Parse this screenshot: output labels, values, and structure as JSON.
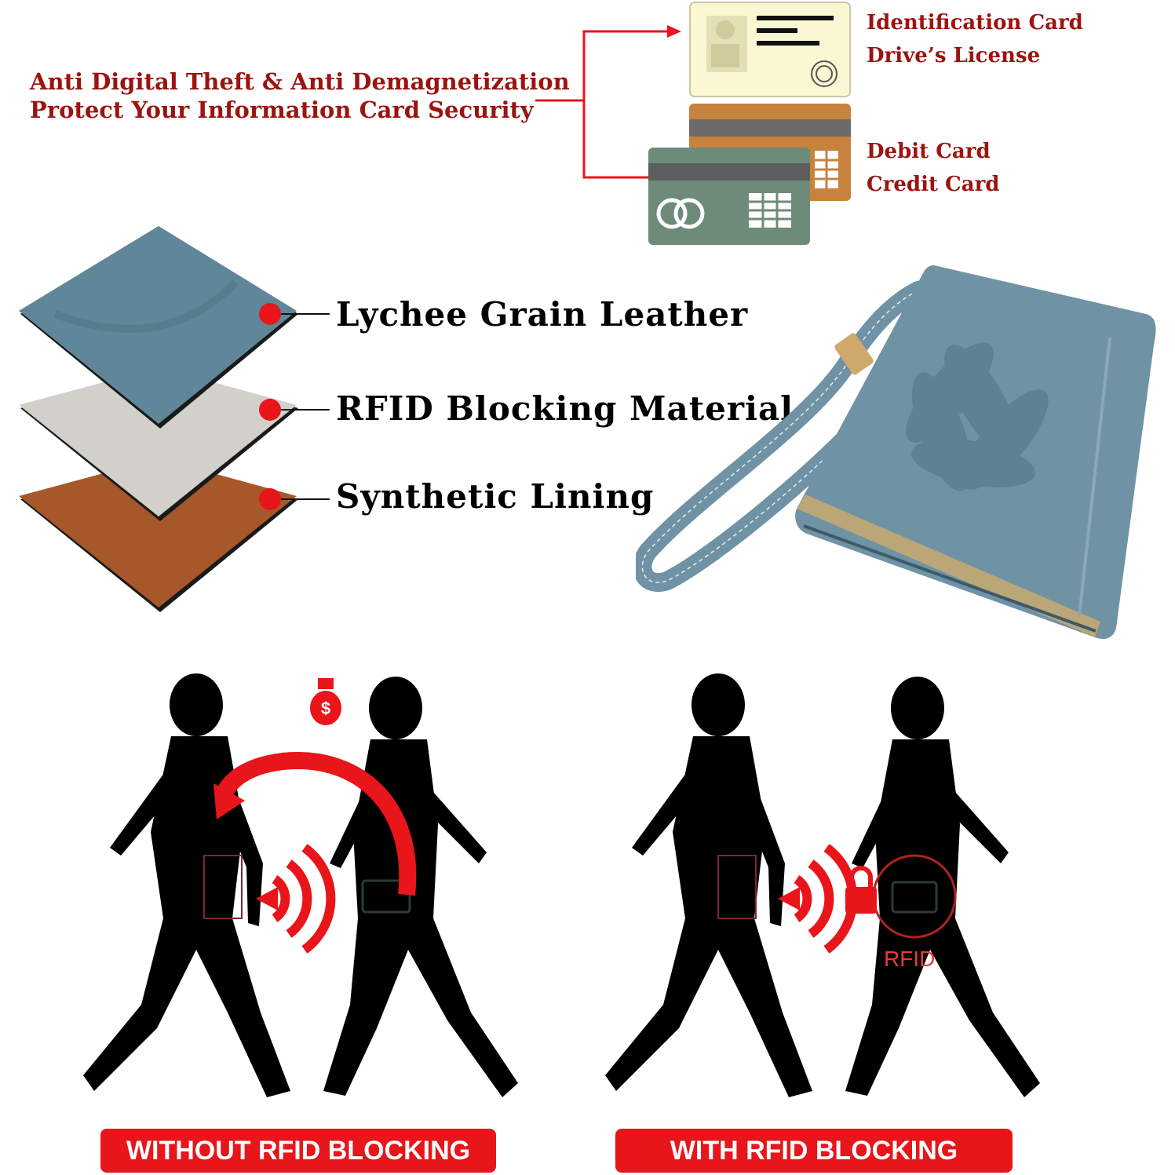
{
  "header": {
    "line1": "Anti Digital Theft & Anti Demagnetization",
    "line2": "Protect Your Information Card Security"
  },
  "cards": {
    "group1": [
      "Identification Card",
      "Drive’s License"
    ],
    "group2": [
      "Debit Card",
      "Credit Card"
    ]
  },
  "layers": [
    {
      "label": "Lychee Grain Leather",
      "color": "#5f8799"
    },
    {
      "label": "RFID Blocking Material",
      "color": "#cfcdc7"
    },
    {
      "label": "Synthetic Lining",
      "color": "#a6582a"
    }
  ],
  "scenes": {
    "left": {
      "banner": "WITHOUT RFID BLOCKING"
    },
    "right": {
      "banner": "WITH RFID BLOCKING",
      "tag": "RFID"
    }
  },
  "colors": {
    "accent": "#e8151b",
    "header_text": "#9b1410",
    "wallet": "#6f93a5"
  },
  "icons": [
    "money-bag-icon",
    "lock-icon",
    "credit-card-icon",
    "id-card-icon",
    "signal-wave-icon",
    "wallet-icon"
  ]
}
